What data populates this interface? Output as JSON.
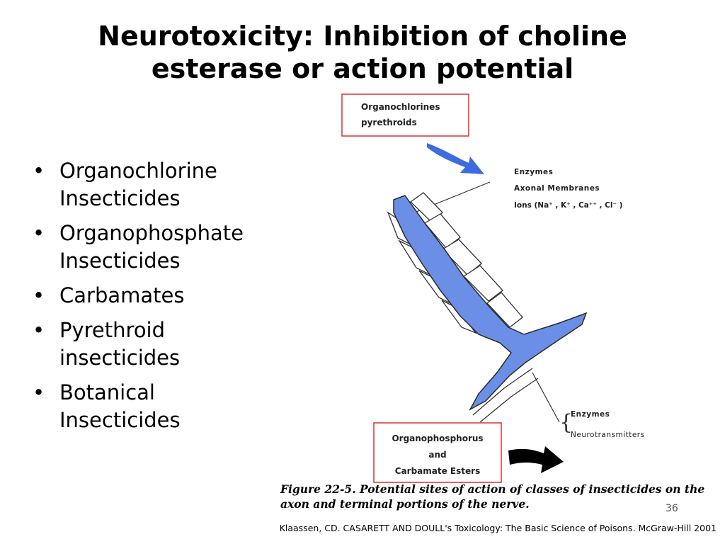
{
  "slide": {
    "title_line1": "Neurotoxicity: Inhibition of choline",
    "title_line2": "esterase or action potential",
    "bullets": [
      {
        "line1": "Organochlorine",
        "line2": "Insecticides"
      },
      {
        "line1": "Organophosphate",
        "line2": "Insecticides"
      },
      {
        "line1": "Carbamates",
        "line2": ""
      },
      {
        "line1": "Pyrethroid",
        "line2": "insecticides"
      },
      {
        "line1": "Botanical",
        "line2": "Insecticides"
      }
    ],
    "slide_number": "36",
    "citation": "Klaassen, CD. CASARETT AND DOULL's Toxicology: The Basic Science of Poisons. McGraw-Hill 2001"
  },
  "figure": {
    "top_box": {
      "line1": "Organochlorines",
      "line2": "pyrethroids"
    },
    "top_labels": {
      "line1": "Enzymes",
      "line2": "Axonal Membranes",
      "line3": "Ions (Na⁺ , K⁺ , Ca⁺⁺ , Cl⁻ )"
    },
    "bottom_labels": {
      "line1": "Enzymes",
      "line2": "Neurotransmitters"
    },
    "bottom_box": {
      "line1": "Organophosphorus",
      "line2": "and",
      "line3": "Carbamate Esters"
    },
    "caption_line1": "Figure 22-5. Potential sites of action of classes of insecticides on the",
    "caption_line2": "axon and terminal portions of the nerve.",
    "colors": {
      "axon": "#6b8fe6",
      "arrow_top": "#3d6be0",
      "box_border": "#d9322f",
      "arrow_bottom": "#000000"
    }
  }
}
